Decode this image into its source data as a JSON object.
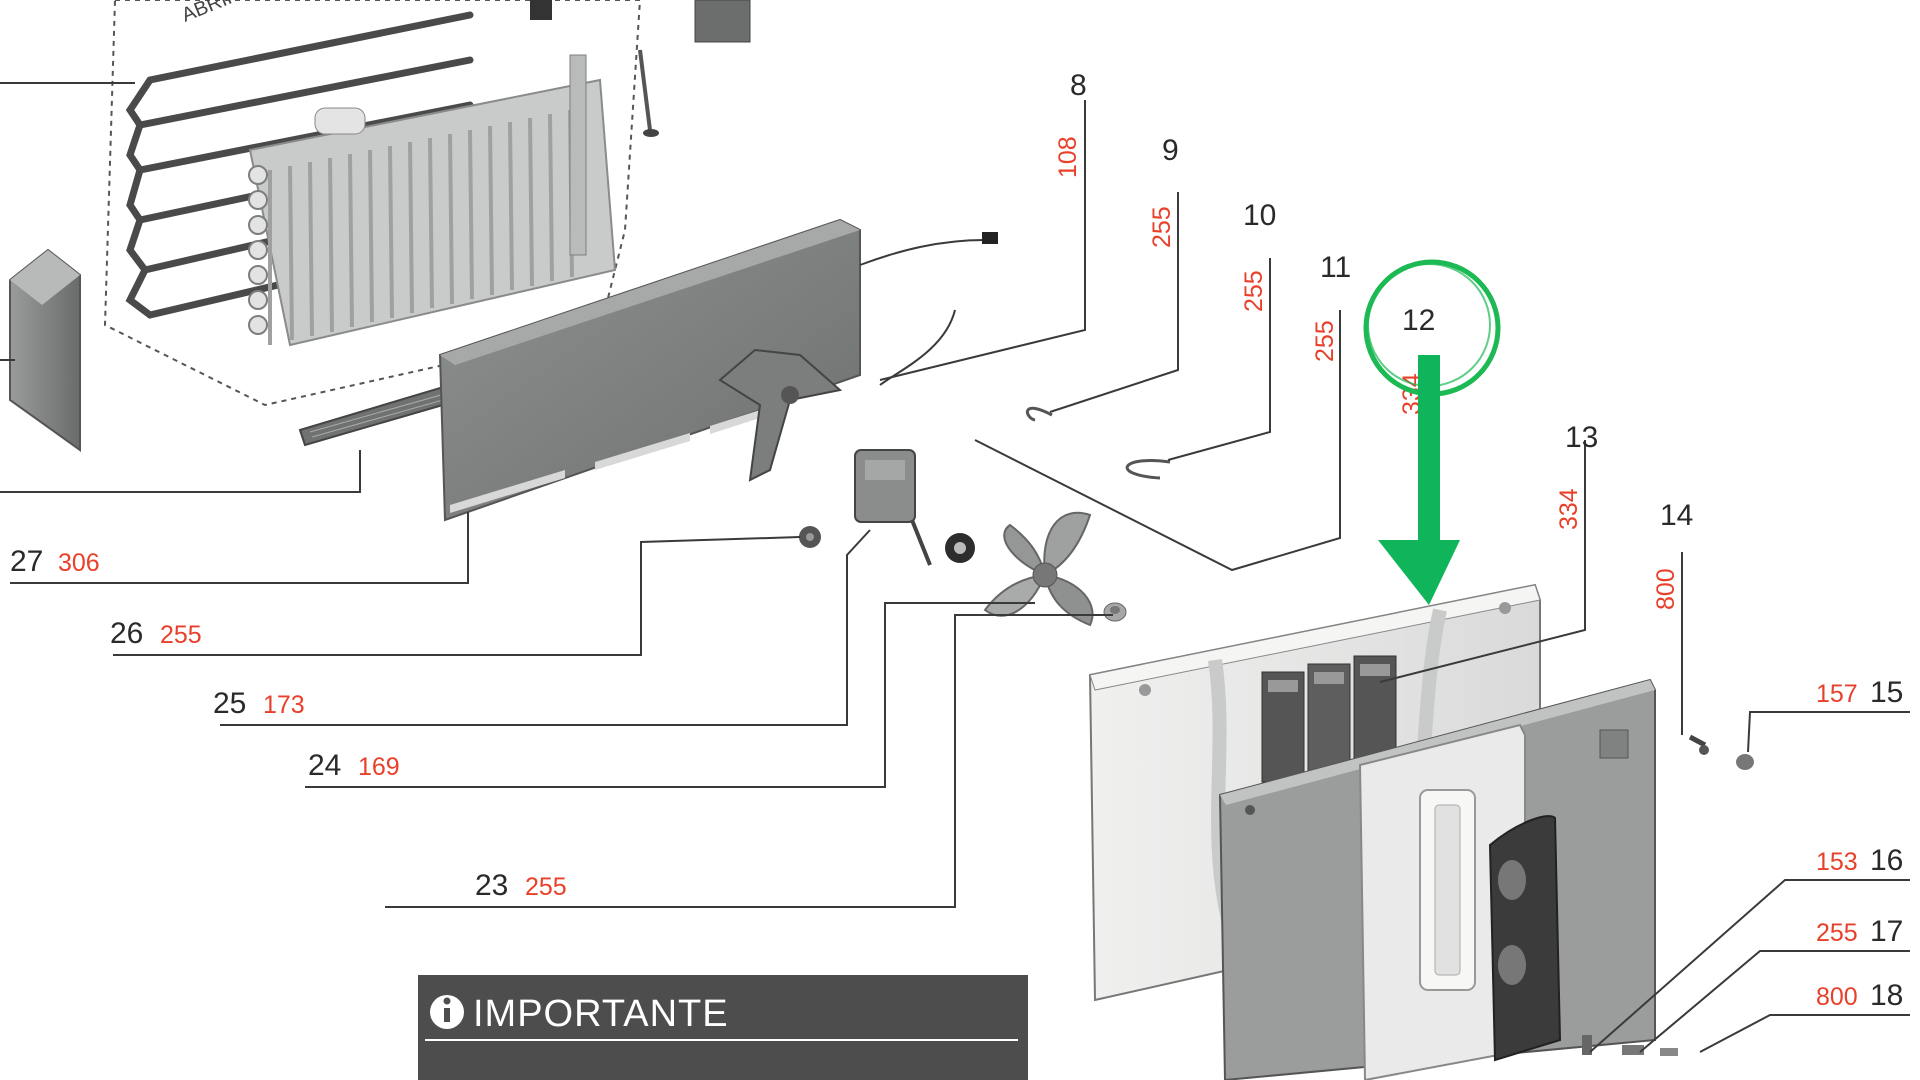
{
  "callouts": {
    "p8": {
      "number": "8",
      "code": "108"
    },
    "p9": {
      "number": "9",
      "code": "255"
    },
    "p10": {
      "number": "10",
      "code": "255"
    },
    "p11": {
      "number": "11",
      "code": "255"
    },
    "p12": {
      "number": "12",
      "code": "334"
    },
    "p13": {
      "number": "13",
      "code": "334"
    },
    "p14": {
      "number": "14",
      "code": "800"
    },
    "p15": {
      "number": "15",
      "code": "157"
    },
    "p16": {
      "number": "16",
      "code": "153"
    },
    "p17": {
      "number": "17",
      "code": "255"
    },
    "p18": {
      "number": "18",
      "code": "800"
    },
    "p23": {
      "number": "23",
      "code": "255"
    },
    "p24": {
      "number": "24",
      "code": "169"
    },
    "p25": {
      "number": "25",
      "code": "173"
    },
    "p26": {
      "number": "26",
      "code": "255"
    },
    "p27": {
      "number": "27",
      "code": "306"
    }
  },
  "evaporator_label": "ABRIR",
  "notice": {
    "title": "IMPORTANTE",
    "icon": "info-icon"
  },
  "highlight": {
    "circle_color": "#1db954",
    "arrow_color": "#10b45a",
    "target": "12"
  },
  "colors": {
    "part_number": "#2a2a2a",
    "part_code": "#e8402a",
    "parts_gray": "#8a8d8c"
  }
}
